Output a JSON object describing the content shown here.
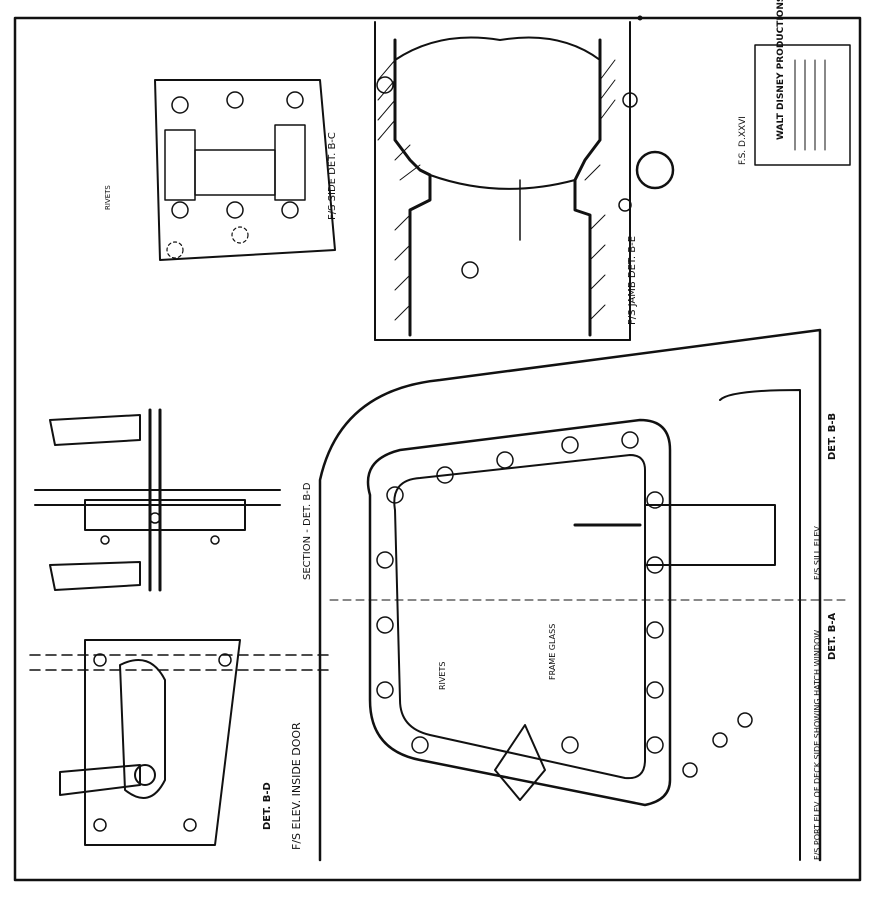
{
  "title_block": {
    "company": "WALT DISNEY PRODUCTIONS",
    "sheet_ref": "F.S. D.XXVI"
  },
  "labels": {
    "section_a": "F/S SIDE DET. B-C",
    "jamb_det": "F/S JAMB DET. B-E",
    "section_d": "SECTION - DET. B-D",
    "fs_elev": "F/S ELEV. INSIDE DOOR",
    "det_bd": "DET. B-D",
    "det_ba": "DET. B-A",
    "det_bb": "DET. B-B",
    "window_note": "F/S PORT ELEV. OF DECK SIDE SHOWING HATCH WINDOW",
    "sill_elev": "F/S SILL ELEV.",
    "rivets": "RIVETS",
    "frame_glass": "FRAME GLASS",
    "rivets_small": "RIVETS"
  }
}
